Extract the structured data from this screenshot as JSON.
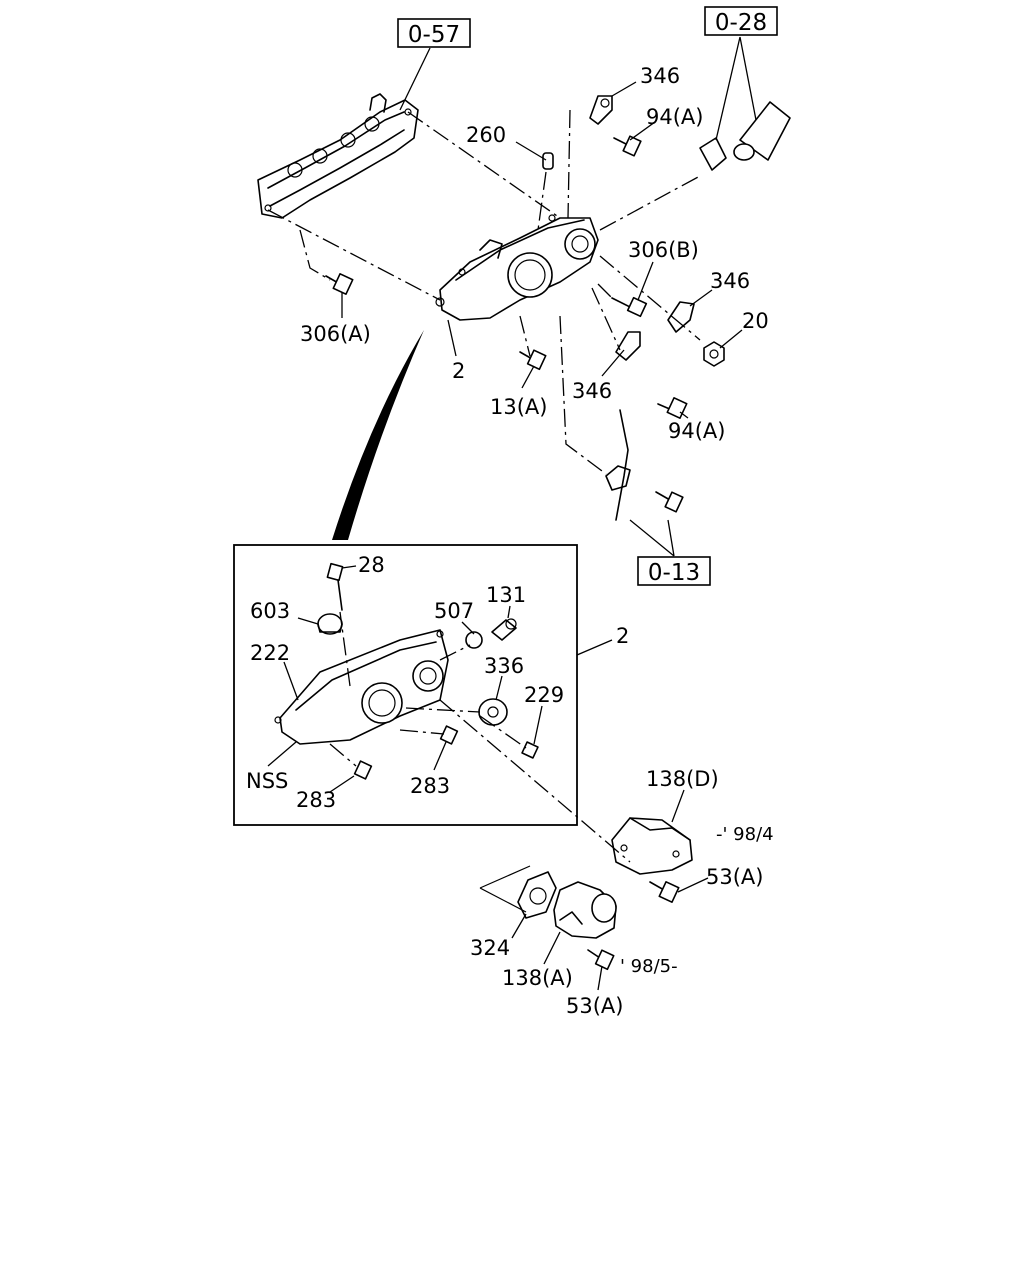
{
  "diagram": {
    "ref_boxes": {
      "top_left": "0-57",
      "top_right": "0-28",
      "middle_right": "0-13"
    },
    "callouts": {
      "c346_top": "346",
      "c94a_top": "94(A)",
      "c260": "260",
      "c306b": "306(B)",
      "c346_mid": "346",
      "c20": "20",
      "c306a": "306(A)",
      "c2_upper": "2",
      "c13a": "13(A)",
      "c346_low": "346",
      "c94a_low": "94(A)",
      "c28": "28",
      "c603": "603",
      "c507": "507",
      "c131": "131",
      "c2_detail": "2",
      "c222": "222",
      "c336": "336",
      "c229": "229",
      "cnss": "NSS",
      "c283_left": "283",
      "c283_right": "283",
      "c138d": "138(D)",
      "c53a_upper": "53(A)",
      "c324": "324",
      "c138a": "138(A)",
      "c53a_lower": "53(A)"
    },
    "notes": {
      "until": "-' 98/4",
      "from": "' 98/5-"
    }
  }
}
